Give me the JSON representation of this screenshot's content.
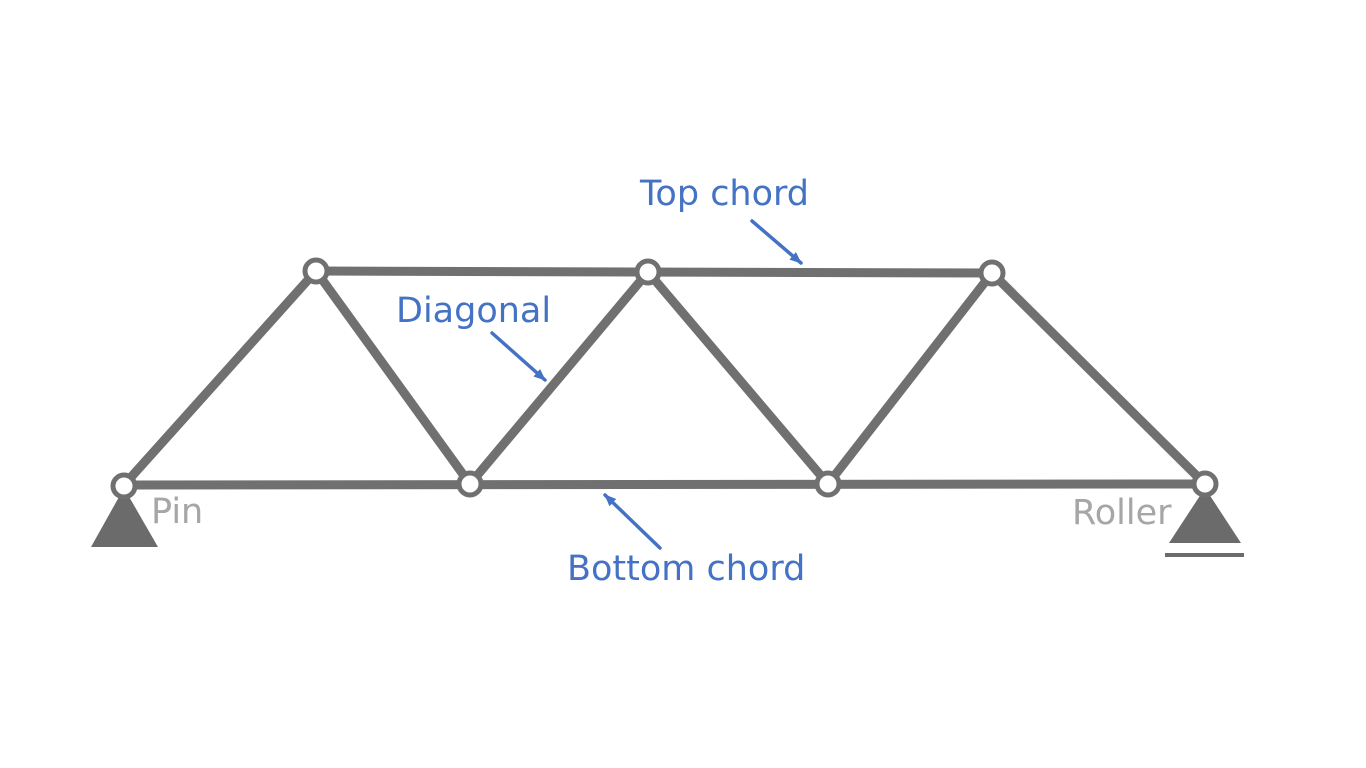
{
  "colors": {
    "member": "#707070",
    "support": "#6b6b6b",
    "annotation": "#4472c4",
    "support_label": "#a6a6a6"
  },
  "labels": {
    "top_chord": "Top chord",
    "diagonal": "Diagonal",
    "bottom_chord": "Bottom chord",
    "pin": "Pin",
    "roller": "Roller"
  }
}
